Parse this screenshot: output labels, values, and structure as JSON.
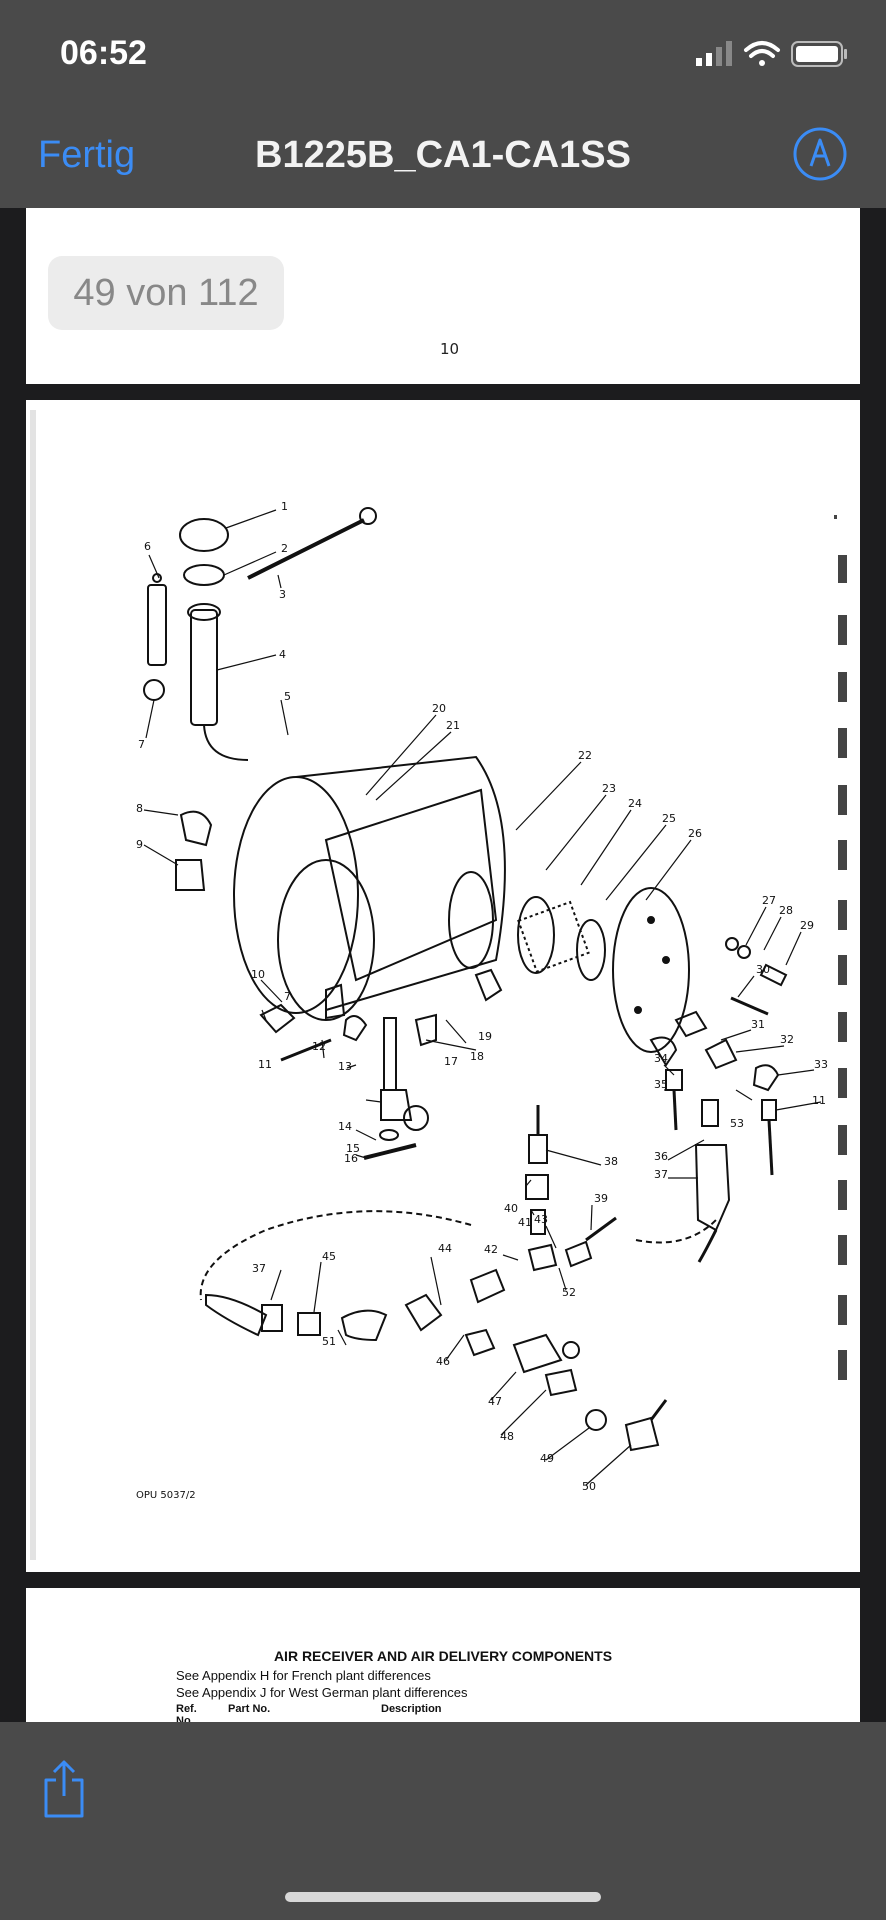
{
  "status": {
    "time": "06:52"
  },
  "nav": {
    "done_label": "Fertig",
    "title": "B1225B_CA1-CA1SS"
  },
  "viewer": {
    "page_indicator": "49 von 112",
    "prev_page_number": "10",
    "figure_code": "OPU 5037/2",
    "callouts": [
      "1",
      "2",
      "3",
      "4",
      "5",
      "6",
      "7",
      "8",
      "9",
      "10",
      "11",
      "12",
      "13",
      "14",
      "15",
      "16",
      "17",
      "18",
      "19",
      "20",
      "21",
      "22",
      "23",
      "24",
      "25",
      "26",
      "27",
      "28",
      "29",
      "30",
      "31",
      "32",
      "33",
      "34",
      "35",
      "36",
      "37",
      "37",
      "38",
      "39",
      "40",
      "41",
      "42",
      "43",
      "44",
      "45",
      "46",
      "47",
      "48",
      "49",
      "50",
      "51",
      "52",
      "53",
      "7",
      "11"
    ],
    "next_page": {
      "heading": "AIR RECEIVER AND AIR DELIVERY COMPONENTS",
      "note1": "See Appendix H for French plant differences",
      "note2": "See Appendix J for West German plant differences",
      "col_ref": "Ref. No.",
      "col_part": "Part No.",
      "col_desc": "Description"
    }
  },
  "icons": {
    "markup": "markup-pen-icon",
    "share": "share-icon",
    "signal": "signal-icon",
    "wifi": "wifi-icon",
    "battery": "battery-icon"
  }
}
